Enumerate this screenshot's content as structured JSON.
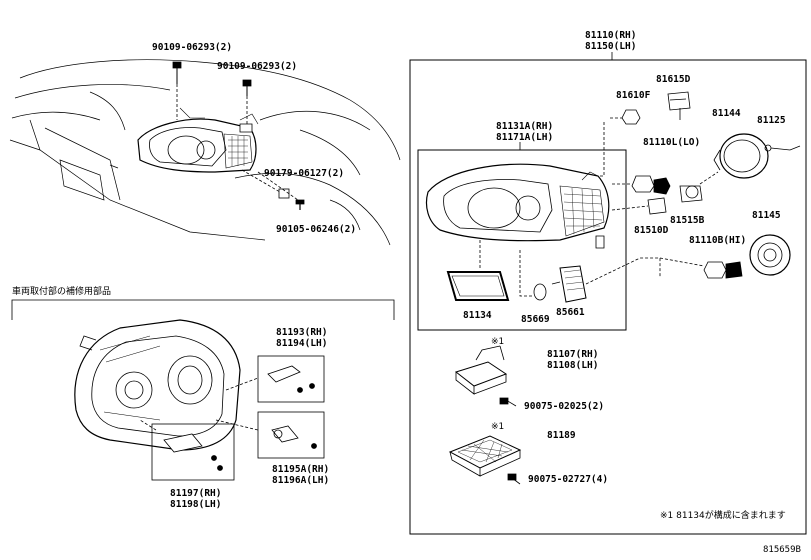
{
  "labels": {
    "p90109_a": "90109-06293(2)",
    "p90109_b": "90109-06293(2)",
    "p90179": "90179-06127(2)",
    "p90105": "90105-06246(2)",
    "p81110_rh": "81110(RH)",
    "p81150_lh": "81150(LH)",
    "p81615d": "81615D",
    "p81610f": "81610F",
    "p81144": "81144",
    "p81125": "81125",
    "p81131a": "81131A(RH)",
    "p81171a": "81171A(LH)",
    "p81110l": "81110L(LO)",
    "p81515b": "81515B",
    "p81510d": "81510D",
    "p81145": "81145",
    "p81110b": "81110B(HI)",
    "p81134": "81134",
    "p85669": "85669",
    "p85661": "85661",
    "mark1_a": "※1",
    "p81107": "81107(RH)",
    "p81108": "81108(LH)",
    "p90075_a": "90075-02025(2)",
    "mark1_b": "※1",
    "p81189": "81189",
    "p90075_b": "90075-02727(4)",
    "p81193": "81193(RH)",
    "p81194": "81194(LH)",
    "p81195a": "81195A(RH)",
    "p81196a": "81196A(LH)",
    "p81197": "81197(RH)",
    "p81198": "81198(LH)",
    "repair_title": "車両取付部の補修用部品",
    "footnote": "※1 81134が構成に含まれます",
    "diagram_id": "815659B"
  }
}
